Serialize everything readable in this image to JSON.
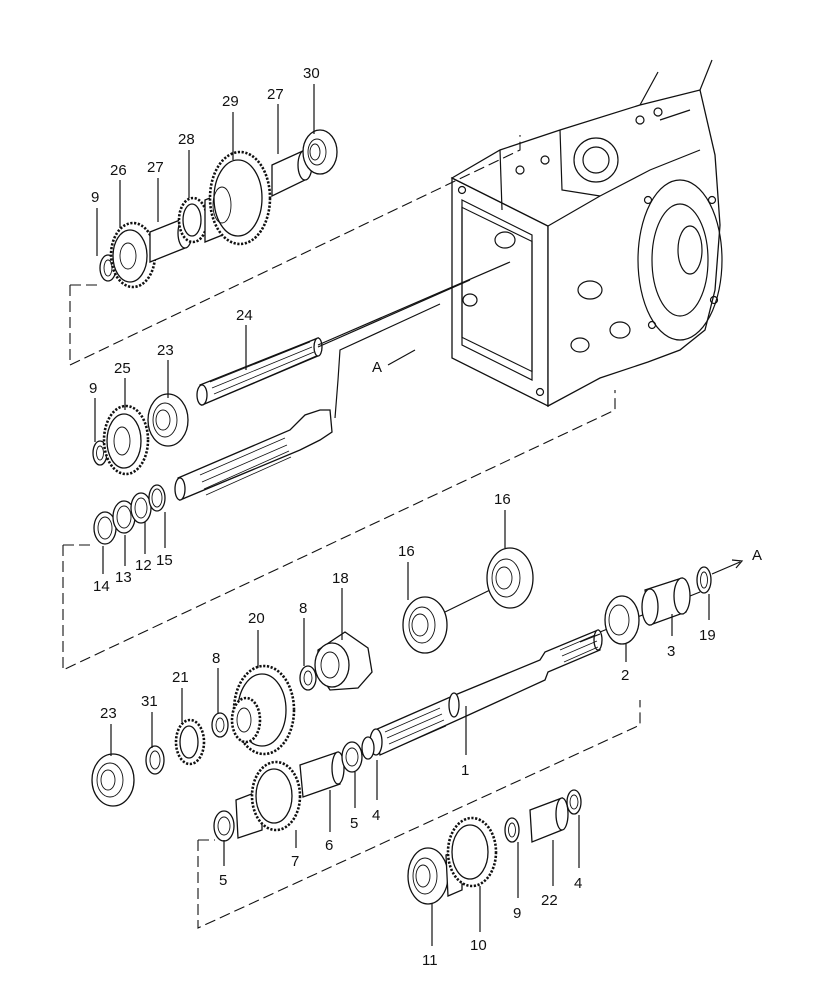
{
  "labels": {
    "l30": "30",
    "l29": "29",
    "l27a": "27",
    "l28": "28",
    "l27b": "27",
    "l26": "26",
    "l9a": "9",
    "l24": "24",
    "l23a": "23",
    "l25": "25",
    "l9b": "9",
    "lA1": "A",
    "l16a": "16",
    "l16b": "16",
    "l18": "18",
    "l20": "20",
    "l8a": "8",
    "l8b": "8",
    "l21": "21",
    "l23b": "23",
    "l31": "31",
    "l14": "14",
    "l13": "13",
    "l12": "12",
    "l15": "15",
    "l2": "2",
    "l3": "3",
    "l19": "19",
    "lA2": "A",
    "l1": "1",
    "l4a": "4",
    "l5a": "5",
    "l6": "6",
    "l7": "7",
    "l5b": "5",
    "l9c": "9",
    "l22": "22",
    "l4b": "4",
    "l10": "10",
    "l11": "11"
  }
}
